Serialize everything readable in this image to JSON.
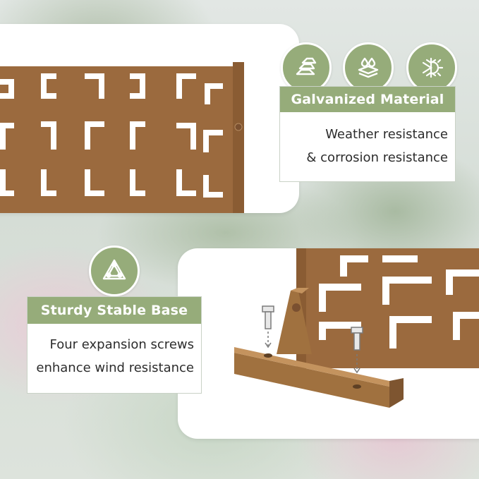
{
  "features": [
    {
      "title": "Galvanized Material",
      "lines": [
        "Weather resistance",
        "& corrosion resistance"
      ],
      "icons": [
        "metal-ingots-icon",
        "layers-water-icon",
        "weather-snow-sun-icon"
      ]
    },
    {
      "title": "Sturdy Stable Base",
      "lines": [
        "Four expansion screws",
        "enhance wind resistance"
      ],
      "icons": [
        "triangle-stability-icon"
      ]
    }
  ],
  "colors": {
    "accent_green": "#96ac7a",
    "panel_brown": "#9b6a3e",
    "text": "#2c2c2c"
  }
}
